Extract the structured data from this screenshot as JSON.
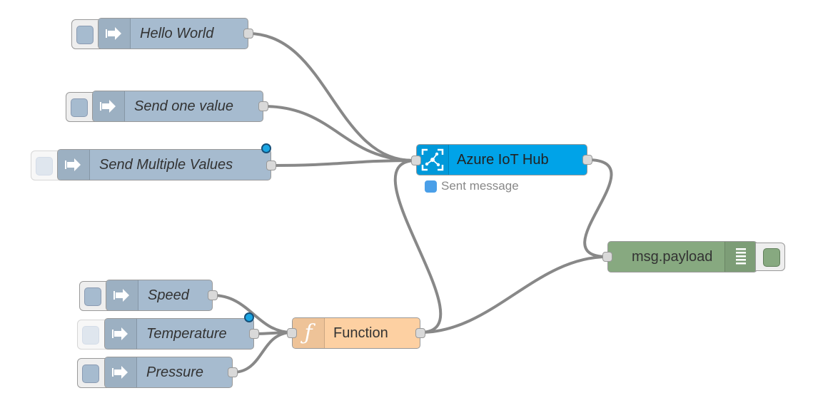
{
  "colors": {
    "inject": "#a6bbcf",
    "azure": "#00a3e8",
    "function": "#fdd0a2",
    "debug": "#87a980",
    "wire": "#888888",
    "button": "#a6bbcf",
    "status": "#4a9fe8"
  },
  "nodes": {
    "hello_world": {
      "label": "Hello World",
      "icon": "inject-arrow-icon"
    },
    "send_one_value": {
      "label": "Send one value",
      "icon": "inject-arrow-icon"
    },
    "send_multiple_values": {
      "label": "Send Multiple Values",
      "icon": "inject-arrow-icon"
    },
    "speed": {
      "label": "Speed",
      "icon": "inject-arrow-icon"
    },
    "temperature": {
      "label": "Temperature",
      "icon": "inject-arrow-icon"
    },
    "pressure": {
      "label": "Pressure",
      "icon": "inject-arrow-icon"
    },
    "function": {
      "label": "Function",
      "icon": "function-f-icon"
    },
    "azure_iot_hub": {
      "label": "Azure IoT Hub",
      "icon": "azure-iot-hub-icon",
      "status": "Sent message"
    },
    "debug": {
      "label": "msg.payload",
      "icon": "debug-list-icon"
    }
  }
}
